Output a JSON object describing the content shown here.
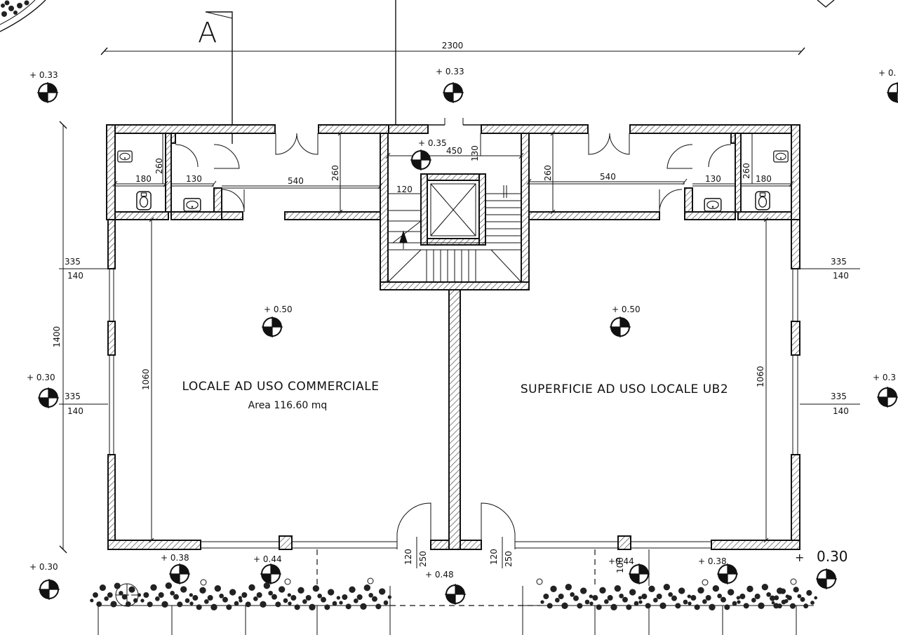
{
  "section_marker": "A",
  "overall_dims": {
    "width": "2300",
    "depth": "1400"
  },
  "levels": {
    "top_left": "+ 0.33",
    "top_center": "+ 0.33",
    "top_right": "+ 0.",
    "stair": "+ 0.35",
    "left_shop": "+ 0.50",
    "right_shop": "+ 0.50",
    "left_mid": "+ 0.30",
    "right_mid": "+ 0.3",
    "bottom_left": "+ 0.30",
    "front_1": "+ 0.38",
    "front_2": "+ 0.44",
    "entry": "+ 0.48",
    "front_3": "+0.44",
    "front_4": "+ 0.38",
    "bottom_right_sign": "+",
    "bottom_right_value": "0.30"
  },
  "dims": {
    "wc_left": "180",
    "wc_left_h": "260",
    "anti_left": "130",
    "corr_left": "540",
    "corr_left_h": "260",
    "stair_w": "450",
    "stair_top": "130",
    "stair_land": "120",
    "corr_right_h": "260",
    "corr_right": "540",
    "anti_right": "130",
    "wc_right_h": "260",
    "wc_right": "180",
    "win_left_a_top": "335",
    "win_left_a_bot": "140",
    "win_left_b_top": "335",
    "win_left_b_bot": "140",
    "win_right_a_top": "335",
    "win_right_a_bot": "140",
    "win_right_b_top": "335",
    "win_right_b_bot": "140",
    "room_left_h": "1060",
    "room_right_h": "1060",
    "door_left_a": "120",
    "door_left_b": "250",
    "door_right_a": "120",
    "door_right_b": "250",
    "front_small": "100"
  },
  "rooms": {
    "left_title": "LOCALE AD USO COMMERCIALE",
    "left_area": "Area 116.60 mq",
    "right_title": "SUPERFICIE AD USO LOCALE UB2"
  }
}
